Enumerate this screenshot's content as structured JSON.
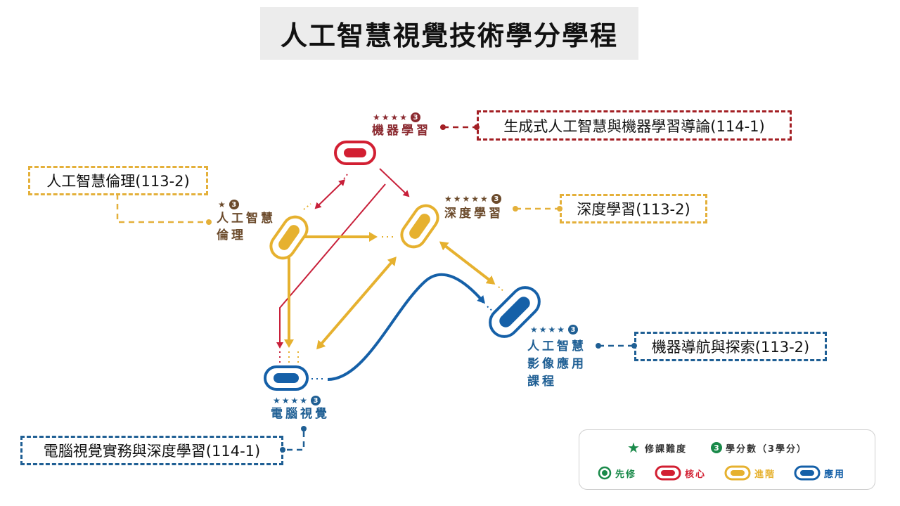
{
  "title": "人工智慧視覺技術學分學程",
  "nodes": {
    "ml": {
      "label": "機器學習",
      "stars": "★★★★",
      "credits": "3"
    },
    "ethics": {
      "label_line1": "人工智慧",
      "label_line2": "倫理",
      "stars": "★",
      "credits": "3"
    },
    "dl": {
      "label": "深度學習",
      "stars": "★★★★★",
      "credits": "3"
    },
    "cv": {
      "label": "電腦視覺",
      "stars": "★★★★",
      "credits": "3"
    },
    "ai_img": {
      "label_line1": "人工智慧",
      "label_line2": "影像應用",
      "label_line3": "課程",
      "stars": "★★★★",
      "credits": "3"
    }
  },
  "courses": {
    "ml_course": "生成式人工智慧與機器學習導論(114-1)",
    "ethics_course": "人工智慧倫理(113-2)",
    "dl_course": "深度學習(113-2)",
    "ai_img_course": "機器導航與探索(113-2)",
    "cv_course": "電腦視覺實務與深度學習(114-1)"
  },
  "legend": {
    "difficulty_star": "★",
    "difficulty_label": "修課難度",
    "credit_symbol": "3",
    "credit_label": "學分數（3學分）",
    "prereq_label": "先修",
    "core_label": "核心",
    "advanced_label": "進階",
    "applied_label": "應用"
  },
  "colors": {
    "core": "#d21f32",
    "advanced": "#e6b12f",
    "applied": "#1560a8",
    "core_text": "#8b2a30",
    "advanced_text": "#6b4a2b",
    "applied_text": "#1f5f94",
    "prereq": "#1a8a4a"
  }
}
